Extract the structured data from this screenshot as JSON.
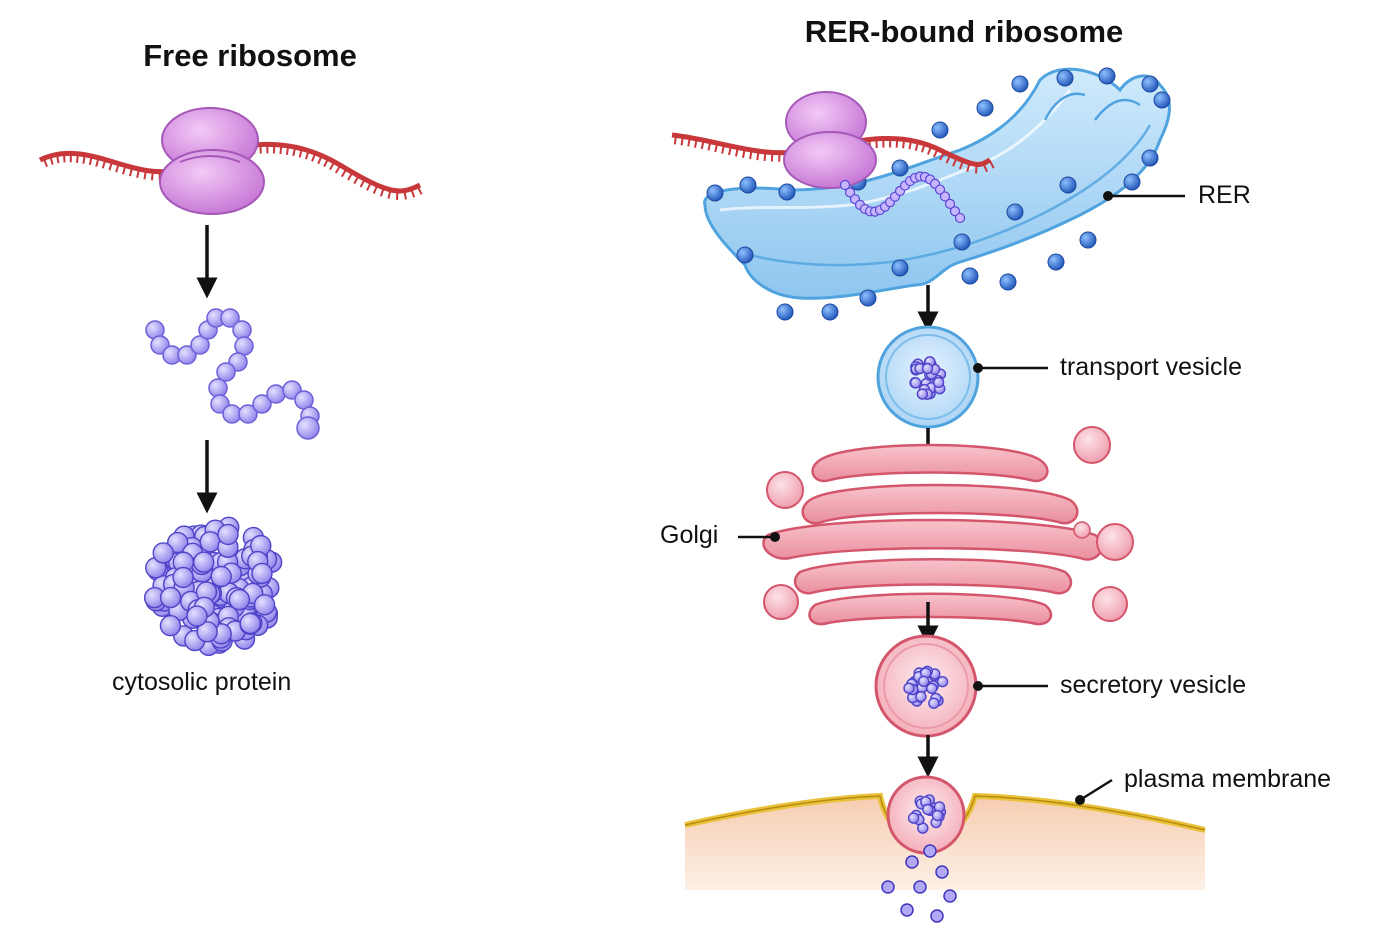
{
  "left_panel": {
    "title": "Free ribosome",
    "product_label": "cytosolic protein"
  },
  "right_panel": {
    "title": "RER-bound ribosome",
    "labels": {
      "rer": "RER",
      "transport_vesicle": "transport vesicle",
      "golgi": "Golgi",
      "secretory_vesicle": "secretory vesicle",
      "plasma_membrane": "plasma membrane"
    }
  },
  "colors": {
    "ribosome": "#d58be0",
    "mrna": "#c8373a",
    "protein": "#9f94ee",
    "protein_outline": "#5a4fd0",
    "er": "#a9d6f5",
    "er_outline": "#4fa3de",
    "er_ribosome": "#2f6fd0",
    "golgi": "#f2a7b2",
    "golgi_outline": "#d4566c",
    "membrane": "#e9c23a",
    "cytoplasm": "#f8dcc6",
    "arrow": "#111111"
  }
}
